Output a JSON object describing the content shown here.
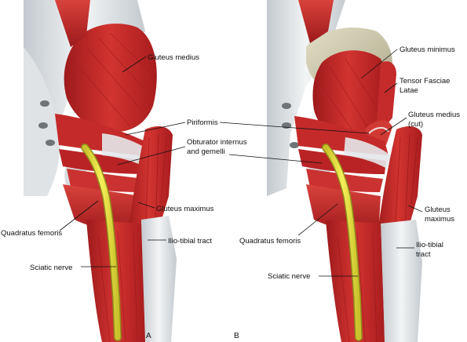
{
  "panels": {
    "a": {
      "letter": "A",
      "labels": {
        "gluteus_medius": "Gluteus medius",
        "piriformis": "Piriformis",
        "obturator_line1": "Obturator internus",
        "obturator_line2": "and gemelli",
        "gluteus_maximus": "Gluteus maximus",
        "quadratus_femoris": "Quadratus femoris",
        "ilio_tibial": "Ilio-tibial tract",
        "sciatic_nerve": "Sciatic nerve"
      }
    },
    "b": {
      "letter": "B",
      "labels": {
        "gluteus_minimus": "Gluteus minimus",
        "tfl_line1": "Tensor Fasciae",
        "tfl_line2": "Latae",
        "gmed_cut_line1": "Gluteus medius",
        "gmed_cut_line2": "(cut)",
        "gmax_line1": "Gluteus",
        "gmax_line2": "maximus",
        "quadratus_femoris": "Quadratus femoris",
        "ilio_line1": "Ilio-tibial",
        "ilio_line2": "tract",
        "sciatic_nerve": "Sciatic nerve"
      }
    }
  },
  "colors": {
    "muscle": "#c8282a",
    "muscle_dark": "#8e1517",
    "muscle_light": "#e05a52",
    "tendon": "#e9ecef",
    "tendon_shade": "#b9c0c6",
    "bone": "#cfcbb0",
    "nerve": "#e8e23a",
    "nerve_edge": "#9c9520"
  }
}
